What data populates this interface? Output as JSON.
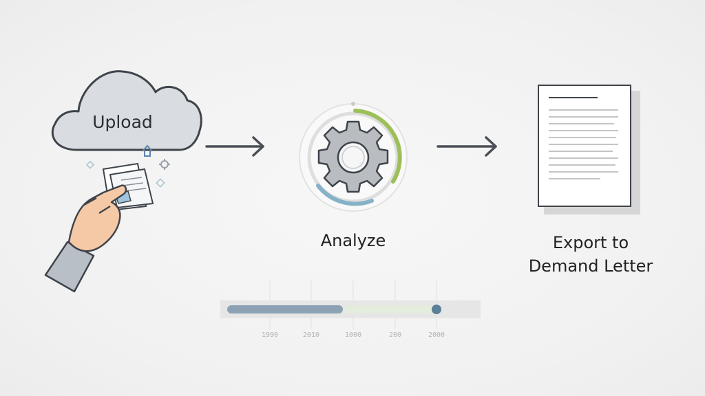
{
  "steps": {
    "upload": {
      "label": "Upload"
    },
    "analyze": {
      "label": "Analyze"
    },
    "export": {
      "line1": "Export to",
      "line2": "Demand Letter"
    }
  },
  "progress": {
    "fill_fraction": 0.47,
    "marker_fraction": 0.85,
    "tick_labels": [
      "1990",
      "2010",
      "1000",
      "200",
      "2000"
    ]
  },
  "colors": {
    "outline": "#4a4f57",
    "cloud_fill": "#d9dde2",
    "gear_fill": "#b9bcc1",
    "ring_green": "#9dbf5a",
    "ring_blue": "#86b2c8",
    "progress_fill": "#8da3b5",
    "progress_marker": "#5c7f99",
    "skin": "#f6c9a6",
    "sleeve": "#b9bfc7"
  },
  "icons": [
    "cloud-icon",
    "upload-arrow-icon",
    "gear-icon",
    "arrow-right-icon",
    "document-icon",
    "hand-icon",
    "file-folder-icon"
  ]
}
